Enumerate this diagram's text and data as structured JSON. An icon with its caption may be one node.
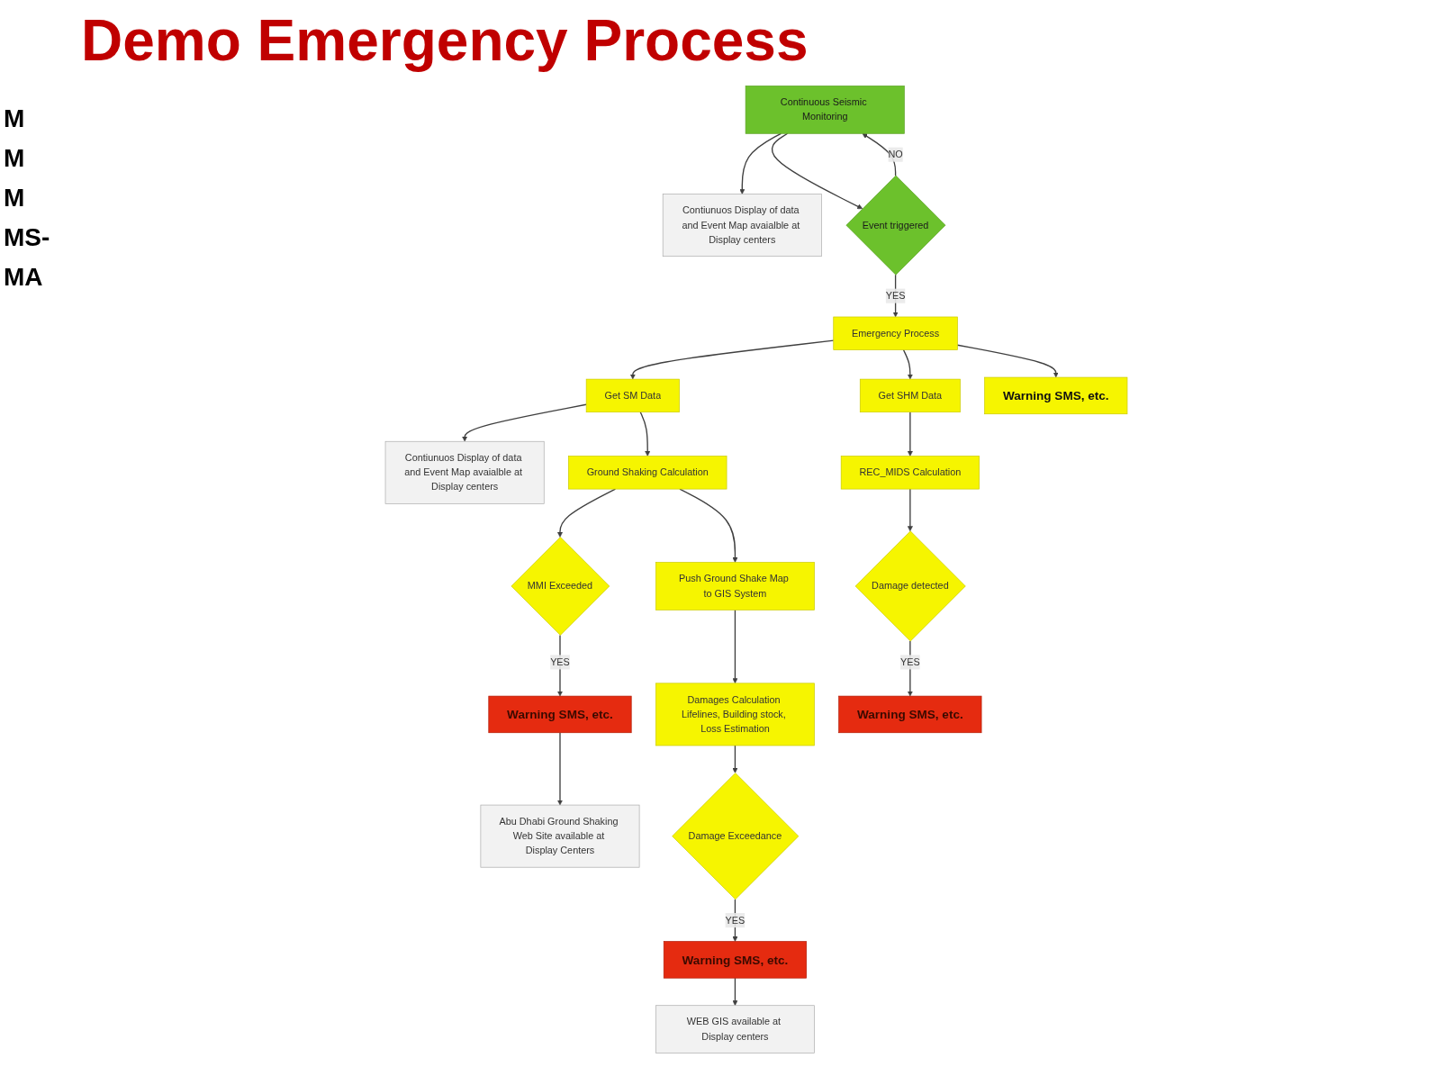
{
  "diagram": {
    "title": "Demo Emergency Process",
    "nodes": [
      {
        "text": [
          "Continuous Seismic Monitoring"
        ]
      },
      {
        "text": [
          "Contiunuos Display of data and Event Map avaialble at Display centers"
        ]
      },
      {
        "text": [
          "Event triggered"
        ]
      },
      {
        "text": [
          "Emergency Process"
        ]
      },
      {
        "text": [
          "Get SM Data"
        ]
      },
      {
        "text": [
          "Contiunuos Display of data and Event Map avaialble at Display centers"
        ]
      },
      {
        "text": [
          "Get SHM Data"
        ]
      },
      {
        "text": [
          "Warning SMS, etc."
        ]
      },
      {
        "text": [
          "Ground Shaking Calculation"
        ]
      },
      {
        "text": [
          "MMI Exceeded"
        ]
      },
      {
        "text": [
          "Warning SMS, etc."
        ]
      },
      {
        "text": [
          "Abu Dhabi Ground Shaking Web Site available at Display Centers"
        ]
      },
      {
        "text": [
          "REC_MIDS Calculation"
        ]
      },
      {
        "text": [
          "Push Ground Shake Map to GIS System"
        ]
      },
      {
        "text": [
          "Damage detected"
        ]
      },
      {
        "text": [
          "Damages Calculation Lifelines, Building stock, Loss Estimation"
        ]
      },
      {
        "text": [
          "Damage Exceedance"
        ]
      },
      {
        "text": [
          "Warning SMS, etc."
        ]
      },
      {
        "text": [
          "WEB GIS available at Display centers"
        ]
      },
      {
        "text": [
          "Warning SMS, etc."
        ]
      }
    ],
    "edges": [
      {
        "from": 0,
        "to": 1,
        "arrow": "to"
      },
      {
        "from": 0,
        "to": 2,
        "arrow": "to"
      },
      {
        "from": 2,
        "to": 0,
        "label": "NO",
        "arrow": "to"
      },
      {
        "from": 2,
        "to": 3,
        "label": "YES",
        "arrow": "to"
      },
      {
        "from": 3,
        "to": 4,
        "arrow": "to"
      },
      {
        "from": 3,
        "to": 6,
        "arrow": "to"
      },
      {
        "from": 3,
        "to": 7,
        "arrow": "to"
      },
      {
        "from": 4,
        "to": 5,
        "arrow": "to"
      },
      {
        "from": 4,
        "to": 8,
        "arrow": "to"
      },
      {
        "from": 8,
        "to": 9,
        "arrow": "to"
      },
      {
        "from": 9,
        "to": 10,
        "label": "YES",
        "arrow": "to"
      },
      {
        "from": 10,
        "to": 11,
        "arrow": "to"
      },
      {
        "from": 6,
        "to": 12,
        "arrow": "to"
      },
      {
        "from": 12,
        "to": 14,
        "arrow": "to"
      },
      {
        "from": 14,
        "to": 19,
        "label": "YES",
        "arrow": "to"
      },
      {
        "from": 8,
        "to": 13,
        "arrow": "to"
      },
      {
        "from": 13,
        "to": 15,
        "arrow": "to"
      },
      {
        "from": 15,
        "to": 16,
        "arrow": "to"
      },
      {
        "from": 16,
        "to": 17,
        "label": "YES",
        "arrow": "to"
      },
      {
        "from": 17,
        "to": 18,
        "arrow": "to"
      }
    ],
    "labels": [
      "M",
      "M",
      "M",
      "MS-",
      "MA"
    ]
  }
}
